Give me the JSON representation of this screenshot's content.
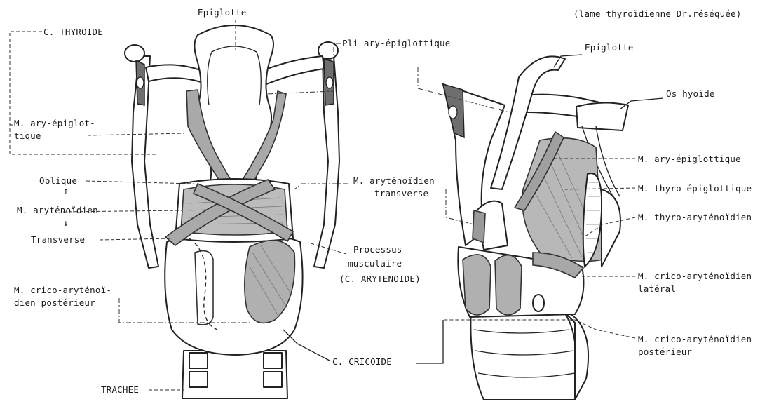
{
  "colors": {
    "muscle": "#a9a9a9",
    "cartilage_dark": "#6e6e6e",
    "ink": "#222222"
  },
  "left_view": {
    "epiglotte": "Epiglotte",
    "c_thyroide": "C. THYROIDE",
    "pli_ary_epiglottique": "Pli ary-épiglottique",
    "m_ary_epiglot_1": "M. ary-épiglot-",
    "m_ary_epiglot_2": "tique",
    "oblique": "Oblique",
    "m_arytenoidien": "M. aryténoïdien",
    "transverse": "Transverse",
    "m_aryt_transverse_1": "M. aryténoïdien",
    "m_aryt_transverse_2": "transverse",
    "processus_1": "Processus",
    "processus_2": "musculaire",
    "processus_3": "(C. ARYTENOIDE)",
    "m_crico_post_1": "M. crico-aryténoï-",
    "m_crico_post_2": "dien postérieur",
    "c_cricoide": "C. CRICOIDE",
    "trachee": "TRACHEE"
  },
  "right_view": {
    "header": "(lame thyroïdienne Dr.réséquée)",
    "epiglotte": "Epiglotte",
    "os_hyoide": "Os hyoïde",
    "m_ary_epiglottique": "M. ary-épiglottique",
    "m_thyro_epiglottique": "M. thyro-épiglottique",
    "m_thyro_arytenoidien": "M. thyro-aryténoïdien",
    "m_crico_lat_1": "M. crico-aryténoïdien",
    "m_crico_lat_2": "latéral",
    "m_crico_post_1": "M. crico-aryténoïdien",
    "m_crico_post_2": "postérieur"
  }
}
